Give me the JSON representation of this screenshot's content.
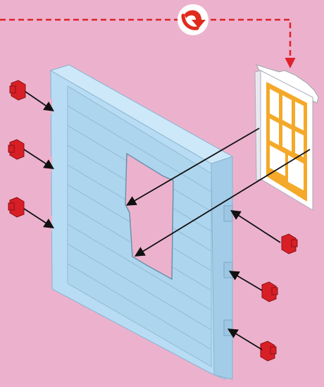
{
  "diagram": {
    "kind": "assembly-instruction",
    "background_color": "#ecb2cd",
    "step_indicator": {
      "icon": "rotate-arrow-icon",
      "color": "#e02b1c"
    },
    "parts": [
      {
        "id": "wall-panel",
        "color": "#b7dcf3"
      },
      {
        "id": "window",
        "frame_color": "#ffffff",
        "pane_color": "#f4a92a"
      },
      {
        "id": "red-clip",
        "count": 6,
        "color": "#d81f26"
      }
    ],
    "arrows": {
      "color": "#111111"
    },
    "dashed_path": {
      "color": "#e0202a"
    }
  }
}
